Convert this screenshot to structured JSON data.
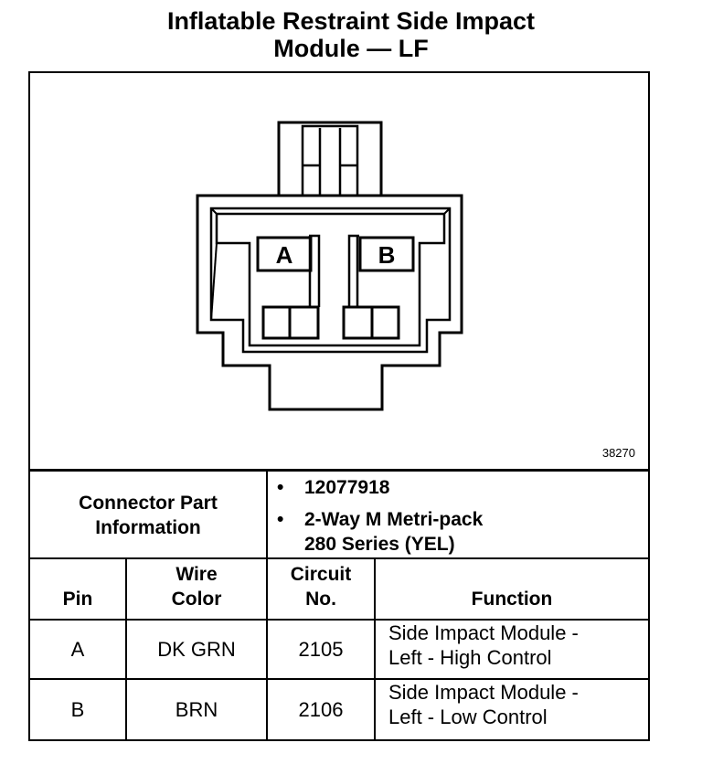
{
  "title": {
    "line1": "Inflatable Restraint Side Impact",
    "line2": "Module — LF"
  },
  "diagram": {
    "pin_labels": [
      "A",
      "B"
    ],
    "figure_number": "38270"
  },
  "connector": {
    "label_line1": "Connector Part",
    "label_line2": "Information",
    "bullet": "•",
    "part_number": "12077918",
    "desc_line1": "2-Way M Metri-pack",
    "desc_line2": "280 Series (YEL)"
  },
  "table": {
    "headers": {
      "pin": "Pin",
      "wire_line1": "Wire",
      "wire_line2": "Color",
      "circuit_line1": "Circuit",
      "circuit_line2": "No.",
      "function": "Function"
    },
    "rows": [
      {
        "pin": "A",
        "wire_color": "DK GRN",
        "circuit": "2105",
        "function_line1": "Side Impact Module -",
        "function_line2": "Left - High Control"
      },
      {
        "pin": "B",
        "wire_color": "BRN",
        "circuit": "2106",
        "function_line1": "Side Impact Module -",
        "function_line2": "Left - Low Control"
      }
    ]
  }
}
